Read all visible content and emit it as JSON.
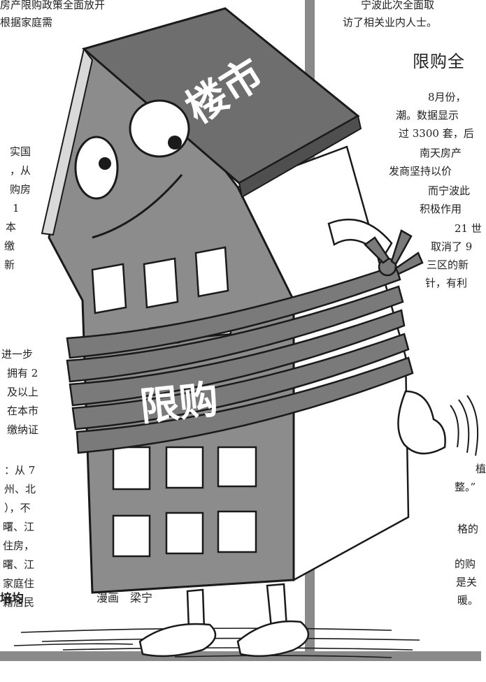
{
  "left_column": {
    "top_lines": [
      "房产限购政策全面放开",
      "根据家庭需"
    ],
    "mid_lines": [
      "实国",
      "，从",
      "购房",
      "1",
      "本",
      "缴",
      "新"
    ],
    "lower_lines": [
      "进一步",
      "拥有 2",
      "及以上",
      "在本市",
      "缴纳证"
    ],
    "bottom_lines": [
      "：从 7",
      "州、北",
      "），不",
      "曙、江",
      "住房，",
      "曙、江",
      "家庭住",
      "籍居民"
    ],
    "author_fragment": "培均"
  },
  "right_column": {
    "intro_lines": [
      "宁波此次全面取",
      "访了相关业内人士。"
    ],
    "heading": "限购全",
    "para1": [
      "8月份，",
      "潮。数据显示",
      "过 3300 套，后"
    ],
    "para2": [
      "南天房产",
      "发商坚持以价"
    ],
    "para3": [
      "而宁波此",
      "积极作用"
    ],
    "para4": [
      "21 世",
      "取消了 9",
      "三区的新",
      "针，有利"
    ],
    "lower_lines": [
      "植",
      "整。”",
      "格的",
      "的购",
      "是关",
      "暖。"
    ]
  },
  "cartoon": {
    "roof_text": "楼市",
    "rope_text": "限购",
    "colors": {
      "building": "#8c8c8c",
      "roof": "#6e6e6e",
      "rope": "#7a7a7a",
      "outline": "#1a1a1a",
      "side_wall": "#ffffff"
    }
  },
  "credit": {
    "label": "漫画",
    "artist": "梁宁"
  }
}
